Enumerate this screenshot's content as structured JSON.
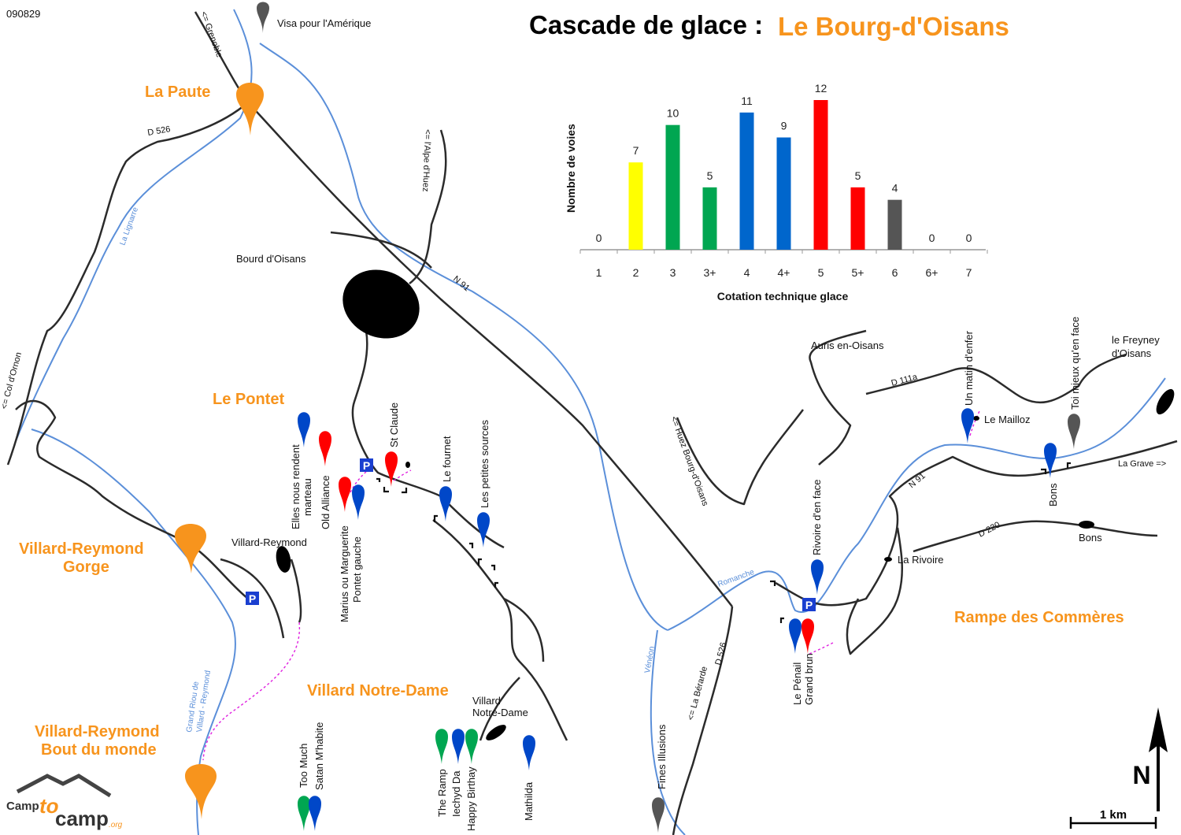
{
  "map_id": "090829",
  "title": {
    "prefix": "Cascade de glace :",
    "place": "Le Bourg-d'Oisans"
  },
  "villages": {
    "la_paute": "La Paute",
    "le_pontet": "Le Pontet",
    "villard_reymond_gorge_1": "Villard-Reymond",
    "villard_reymond_gorge_2": "Gorge",
    "villard_notre_dame_orange": "Villard Notre-Dame",
    "villard_reymond_bout_1": "Villard-Reymond",
    "villard_reymond_bout_2": "Bout du monde",
    "rampe": "Rampe des Commères"
  },
  "places": {
    "bourg": "Bourd d'Oisans",
    "villard_reymond": "Villard-Reymond",
    "villard_nd_1": "Villard",
    "villard_nd_2": "Notre-Dame",
    "auris": "Auris en-Oisans",
    "freyney_1": "le Freyney",
    "freyney_2": "d'Oisans",
    "le_mailloz": "Le Mailloz",
    "la_rivoire": "La Rivoire",
    "bons_village": "Bons"
  },
  "roads": {
    "grenoble": "<= Grenoble",
    "d526_top": "D 526",
    "alpe_huez": "<= l'Alpe d'Huez",
    "n91_a": "N 91",
    "col_omon": "<= Col d'Ornon",
    "huez_bourg": "<= Huez Bourg-d'Oisans",
    "d111a": "D 111a",
    "n91_b": "N 91",
    "d220": "D 220",
    "la_grave": "La Grave =>",
    "la_berarde": "<= La Bérarde",
    "d526_bottom": "D 526"
  },
  "rivers": {
    "lignarre": "La Lignarre",
    "romanche": "Romanche",
    "veneon": "Vénéon",
    "grand_riou_1": "Grand Riou de",
    "grand_riou_2": "Villard - Reymond"
  },
  "routes": {
    "visa": "Visa pour l'Amérique",
    "elles_1": "Elles nous rendent",
    "elles_2": "marteau",
    "old_alliance": "Old Alliance",
    "marius": "Marius ou Marguerite",
    "pontet_gauche": "Pontet gauche",
    "st_claude": "St Claude",
    "le_fournet": "Le fournet",
    "petites_sources": "Les petites sources",
    "too_much": "Too Much",
    "satan": "Satan M'habite",
    "the_ramp": "The Ramp",
    "iechyd": "Iechyd Da",
    "happy_birthay": "Happy Birthay",
    "mathilda": "Mathilda",
    "fines": "Fines Illusions",
    "le_penail": "Le Pénail",
    "grand_brun": "Grand brun",
    "rivoire_face": "Rivoire d'en face",
    "matin_enfer": "Un matin d'enfer",
    "toi_mieux": "Toi mieux qu'en face",
    "bons": "Bons"
  },
  "parking": "P",
  "north_label": "N",
  "scale_label": "1 km",
  "logo": {
    "camp": "Camp",
    "to": "to",
    "camp2": "camp",
    "org": ".org"
  },
  "colors": {
    "orange": "#f7941d",
    "river": "#5b8fd9",
    "road": "#2b2b2b",
    "grade_2": "#ffff00",
    "grade_3": "#00a651",
    "grade_4": "#0066cc",
    "grade_5": "#ff0000",
    "grade_6": "#555555",
    "path": "#e020e0"
  },
  "chart_data": {
    "type": "bar",
    "categories": [
      "1",
      "2",
      "3",
      "3+",
      "4",
      "4+",
      "5",
      "5+",
      "6",
      "6+",
      "7"
    ],
    "values": [
      0,
      7,
      10,
      5,
      11,
      9,
      12,
      5,
      4,
      0,
      0
    ],
    "bar_colors": [
      "#ffff00",
      "#ffff00",
      "#00a651",
      "#00a651",
      "#0066cc",
      "#0066cc",
      "#ff0000",
      "#ff0000",
      "#555555",
      "#555555",
      "#555555"
    ],
    "xlabel": "Cotation  technique glace",
    "ylabel": "Nombre de voies",
    "ylim": [
      0,
      12
    ],
    "grid": false,
    "legend": "none"
  }
}
